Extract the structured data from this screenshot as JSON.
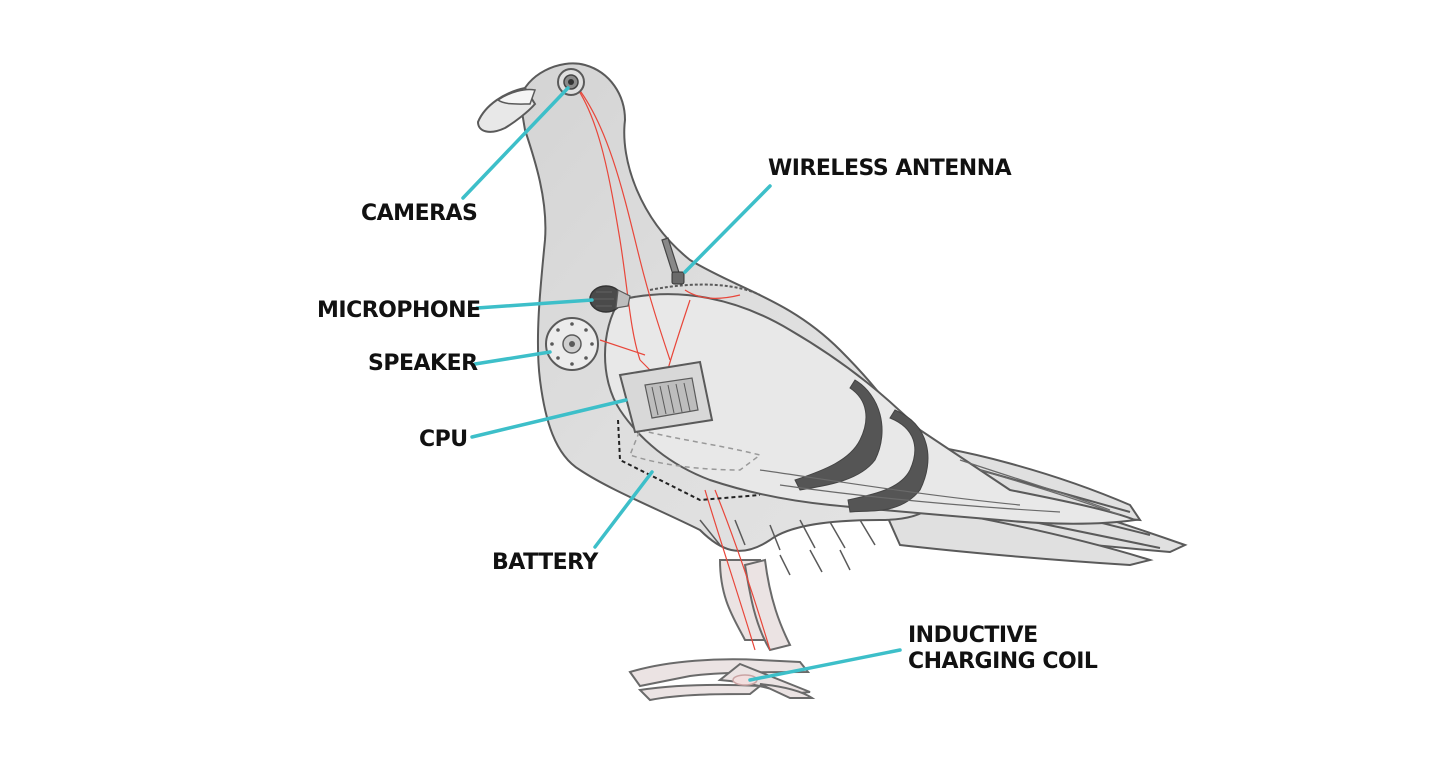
{
  "labels": {
    "cameras": "CAMERAS",
    "wireless_antenna": "WIRELESS ANTENNA",
    "microphone": "MICROPHONE",
    "speaker": "SPEAKER",
    "cpu": "CPU",
    "battery": "BATTERY",
    "inductive_charging_coil_line1": "INDUCTIVE",
    "inductive_charging_coil_line2": "CHARGING COIL"
  },
  "colors": {
    "leader_line": "#3dbfc9",
    "wire": "#e8463a",
    "body_fill": "#d9d9d9",
    "wing_fill": "#e6e6e6",
    "wing_bar": "#555555",
    "outline": "#5a5a5a",
    "label_text": "#111111",
    "background": "#ffffff"
  }
}
